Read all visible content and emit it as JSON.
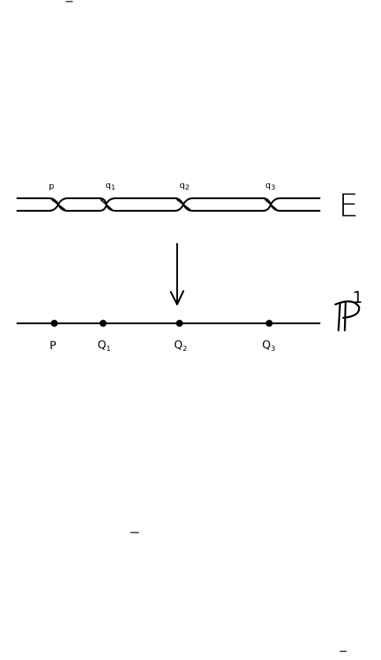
{
  "diagram": {
    "curve": {
      "label": "E",
      "node_labels": [
        {
          "main": "p",
          "sub": ""
        },
        {
          "main": "q",
          "sub": "1"
        },
        {
          "main": "q",
          "sub": "2"
        },
        {
          "main": "q",
          "sub": "3"
        }
      ]
    },
    "line": {
      "label": "P",
      "label_sup": "1",
      "point_labels": [
        {
          "main": "P",
          "sub": ""
        },
        {
          "main": "Q",
          "sub": "1"
        },
        {
          "main": "Q",
          "sub": "2"
        },
        {
          "main": "Q",
          "sub": "3"
        }
      ]
    }
  }
}
